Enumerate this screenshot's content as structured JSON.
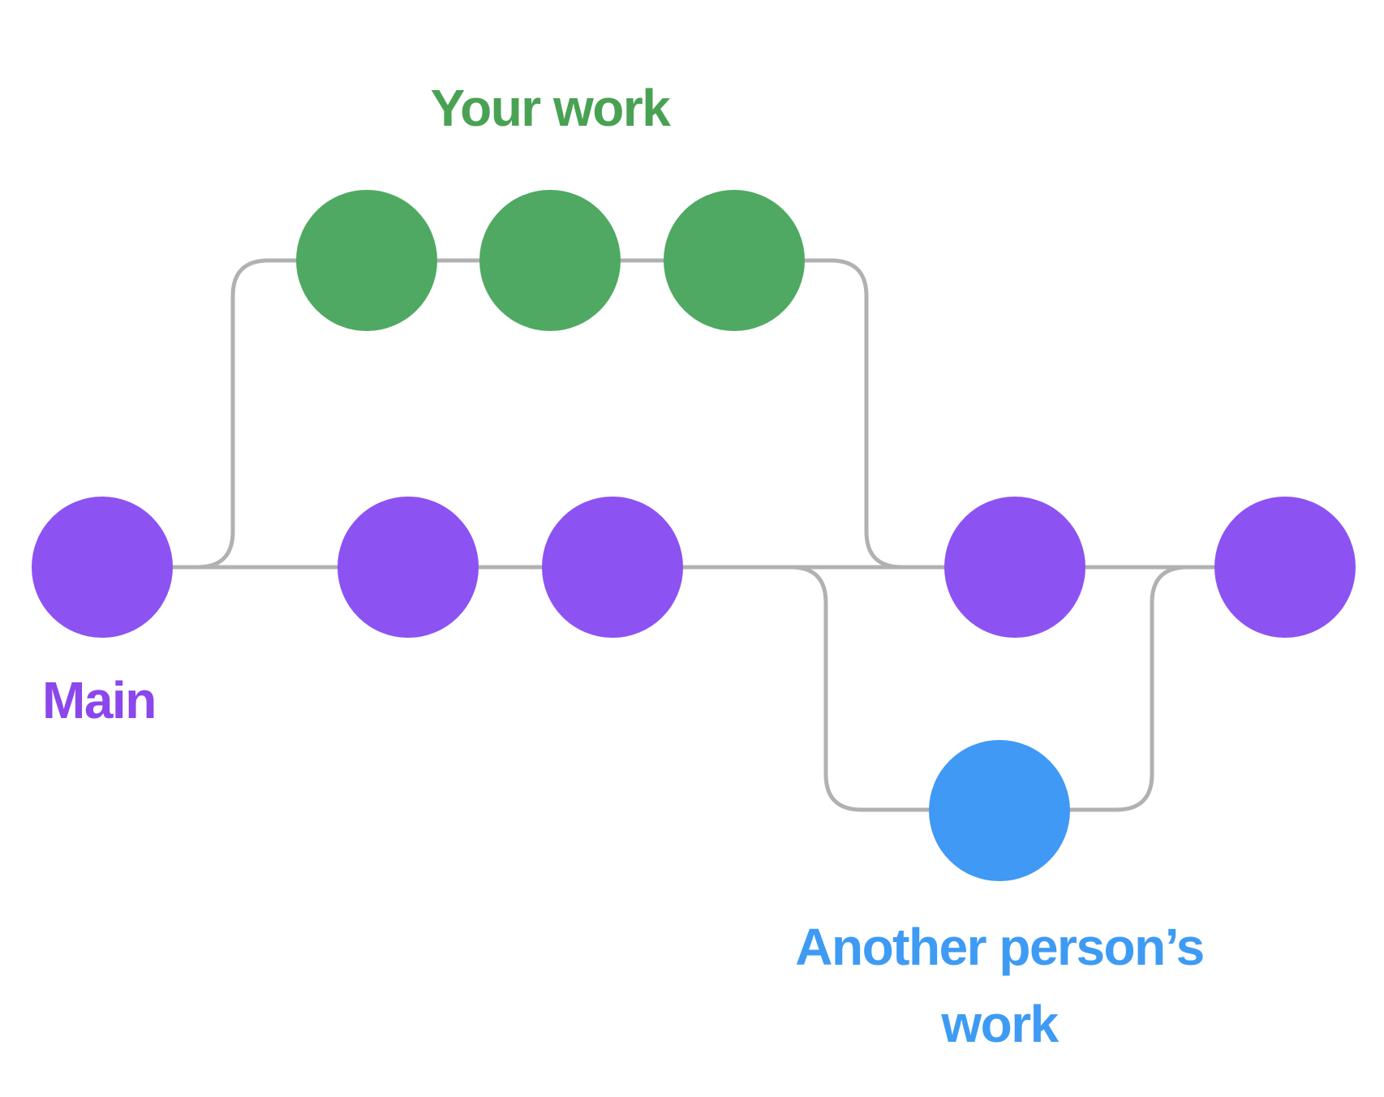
{
  "page": {
    "background_color": "#ffffff"
  },
  "diagram": {
    "type": "git-branching",
    "connector_color": "#b1b1b1",
    "branches": [
      {
        "name": "Your work",
        "role": "feature-branch",
        "node_color": "#4fa962",
        "label_color": "#49a254",
        "commit_count": 3,
        "forks_from": "Main",
        "merges_into": "Main"
      },
      {
        "name": "Main",
        "role": "main-branch",
        "node_color": "#8c52f2",
        "label_color": "#8b46ec",
        "commit_count": 5
      },
      {
        "name": "Another person’s work",
        "role": "feature-branch",
        "node_color": "#4099f4",
        "label_color": "#3e9bf4",
        "commit_count": 1,
        "forks_from": "Main",
        "merges_into": "Main"
      }
    ]
  }
}
